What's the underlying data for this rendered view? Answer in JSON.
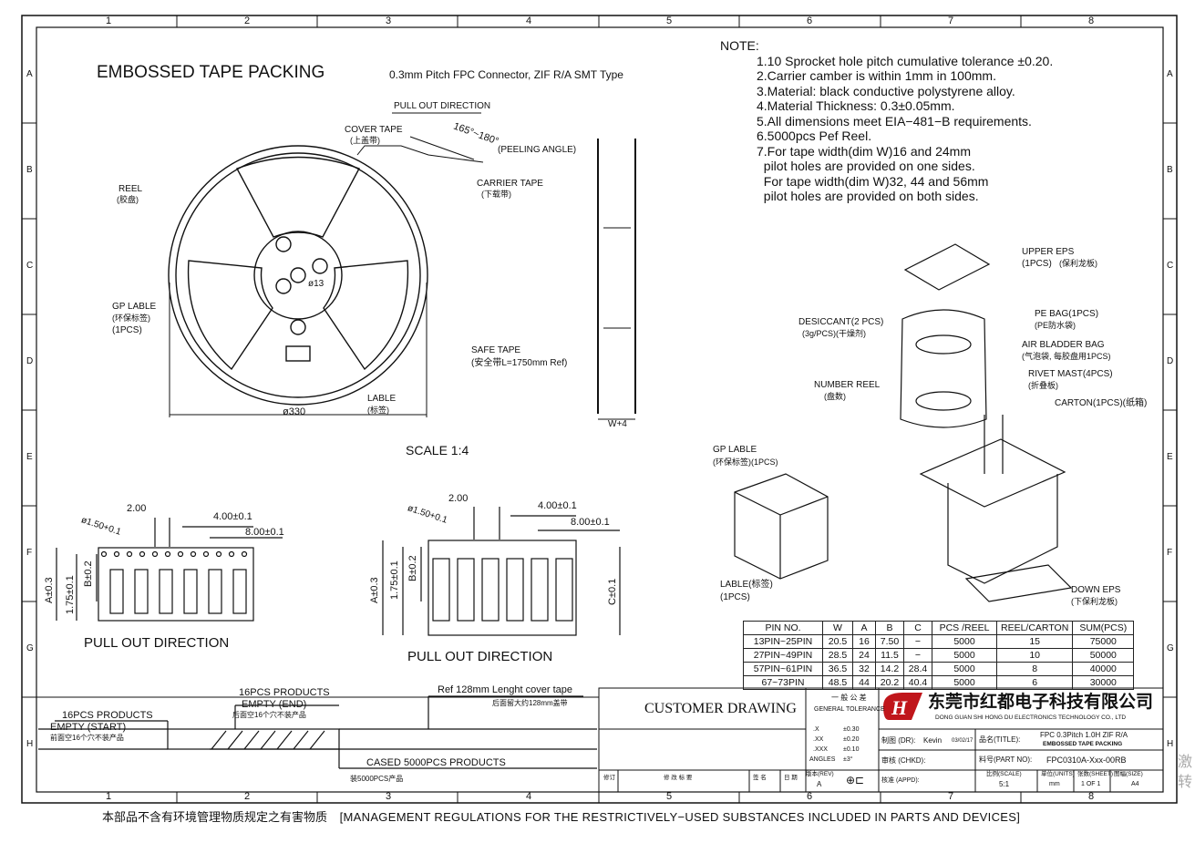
{
  "grid": {
    "cols": [
      "1",
      "2",
      "3",
      "4",
      "5",
      "6",
      "7",
      "8"
    ],
    "rows": [
      "A",
      "B",
      "C",
      "D",
      "E",
      "F",
      "G",
      "H"
    ]
  },
  "title": "EMBOSSED TAPE PACKING",
  "subtitle": "0.3mm Pitch FPC Connector, ZIF R/A SMT Type",
  "reel": {
    "pull_out": "PULL OUT DIRECTION",
    "cover_tape": "COVER TAPE",
    "cover_tape_cn": "(上盖带)",
    "angle": "165°~180°",
    "peeling": "(PEELING ANGLE)",
    "carrier": "CARRIER TAPE",
    "carrier_cn": "(下载带)",
    "reel": "REEL",
    "reel_cn": "(胶盘)",
    "hub": "ø13",
    "gp": "GP LABLE",
    "gp_cn": "(环保标签)",
    "gp_qty": "(1PCS)",
    "label": "LABLE",
    "label_cn": "(标签)",
    "dia": "ø330",
    "safe": "SAFE TAPE",
    "safe_cn": "(安全带L=1750mm Ref)",
    "width": "W+4"
  },
  "scale": "SCALE 1:4",
  "notes": {
    "heading": "NOTE:",
    "items": [
      "1.10 Sprocket hole pitch cumulative tolerance ±0.20.",
      "2.Carrier camber is within 1mm in 100mm.",
      "3.Material: black conductive polystyrene alloy.",
      "4.Material Thickness: 0.3±0.05mm.",
      "5.All dimensions meet EIA−481−B requirements.",
      "6.5000pcs Pef Reel.",
      "7.For tape width(dim W)16 and 24mm",
      "  pilot holes are provided on one sides.",
      "  For tape width(dim W)32, 44 and 56mm",
      "  pilot holes are provided on both sides."
    ]
  },
  "packing": {
    "upper": "UPPER EPS",
    "upper_q": "(1PCS)",
    "upper_cn": "(保利龙板)",
    "pe": "PE BAG(1PCS)",
    "pe_cn": "(PE防水袋)",
    "desiccant": "DESICCANT(2 PCS)",
    "desiccant_q": "(3g/PCS)(干燥剂)",
    "air": "AIR BLADDER BAG",
    "air_cn": "(气泡袋, 每胶盘用1PCS)",
    "number": "NUMBER REEL",
    "number_cn": "(盘数)",
    "rivet": "RIVET MAST(4PCS)",
    "rivet_cn": "(折叠板)",
    "carton": "CARTON(1PCS)(纸箱)",
    "gp": "GP LABLE",
    "gp_q": "(环保标签)(1PCS)",
    "lable": "LABLE(标签)",
    "lable_q": "(1PCS)",
    "down": "DOWN EPS",
    "down_cn": "(下保利龙板)"
  },
  "tapeL": {
    "d1": "2.00",
    "d2": "4.00±0.1",
    "d3": "8.00±0.1",
    "hole": "ø1.50+0.1",
    "a": "A±0.3",
    "b": "B±0.2",
    "f": "1.75±0.1",
    "pull": "PULL OUT DIRECTION"
  },
  "tapeR": {
    "d1": "2.00",
    "d2": "4.00±0.1",
    "d3": "8.00±0.1",
    "hole": "ø1.50+0.1",
    "a": "A±0.3",
    "b": "B±0.2",
    "f": "1.75±0.1",
    "c": "C±0.1",
    "pull": "PULL OUT DIRECTION"
  },
  "leader": {
    "p16a": "16PCS PRODUCTS",
    "empty_end": "EMPTY (END)",
    "empty_end_cn": "后面空16个穴不装产品",
    "ref": "Ref 128mm Lenght cover tape",
    "ref_cn": "后面留大约128mm盖带",
    "p16b": "16PCS PRODUCTS",
    "empty_start": "EMPTY (START)",
    "empty_start_cn": "前面空16个穴不装产品",
    "cased": "CASED 5000PCS PRODUCTS",
    "cased_cn": "装5000PCS产品"
  },
  "table": {
    "headers": [
      "PIN NO.",
      "W",
      "A",
      "B",
      "C",
      "PCS /REEL",
      "REEL/CARTON",
      "SUM(PCS)"
    ],
    "rows": [
      [
        "13PIN~25PIN",
        "20.5",
        "16",
        "7.50",
        "−",
        "5000",
        "15",
        "75000"
      ],
      [
        "27PIN~49PIN",
        "28.5",
        "24",
        "11.5",
        "−",
        "5000",
        "10",
        "50000"
      ],
      [
        "57PIN~61PIN",
        "36.5",
        "32",
        "14.2",
        "28.4",
        "5000",
        "8",
        "40000"
      ],
      [
        "67~73PIN",
        "48.5",
        "44",
        "20.2",
        "40.4",
        "5000",
        "6",
        "30000"
      ]
    ]
  },
  "titleblock": {
    "customer": "CUSTOMER DRAWING",
    "tol_cn": "一 般 公 差",
    "tol": "GENERAL TOLERANCE",
    "t1": ".X",
    "t1v": "±0.30",
    "t2": ".XX",
    "t2v": "±0.20",
    "t3": ".XXX",
    "t3v": "±0.10",
    "t4": "ANGLES",
    "t4v": "±3°",
    "company": "东莞市红都电子科技有限公司",
    "company_en": "DONG GUAN SHI HONG DU ELECTRONICS TECHNOLOGY CO., LTD",
    "drawn_lbl": "制图 (DR):",
    "drawn": "Kevin",
    "drawn_date": "03/02/17",
    "title_lbl": "品名(TITLE):",
    "title1": "FPC 0.3Pitch 1.0H ZIF R/A",
    "title2": "EMBOSSED TAPE PACKING",
    "check_lbl": "审核 (CHKD):",
    "part_lbl": "料号(PART NO):",
    "part": "FPC0310A-Xxx-00RB",
    "appr_lbl": "核准 (APPD):",
    "scale_lbl": "比例(SCALE)",
    "scale": "5:1",
    "units_lbl": "单位(UNITS)",
    "units": "mm",
    "sheet_lbl": "张数(SHEET)",
    "sheet": "1 OF 1",
    "size_lbl": "图幅(SIZE)",
    "size": "A4",
    "rev_lbl": "版本(REV)",
    "rev": "A",
    "hdr1": "修订",
    "hdr2": "修 改 标 要",
    "hdr3": "签 名",
    "hdr4": "日 期"
  },
  "footer": {
    "cn": "本部品不含有环境管理物质规定之有害物质",
    "en": "[MANAGEMENT REGULATIONS FOR THE RESTRICTIVELY−USED SUBSTANCES INCLUDED IN PARTS AND DEVICES]"
  },
  "watermark": "激 转"
}
